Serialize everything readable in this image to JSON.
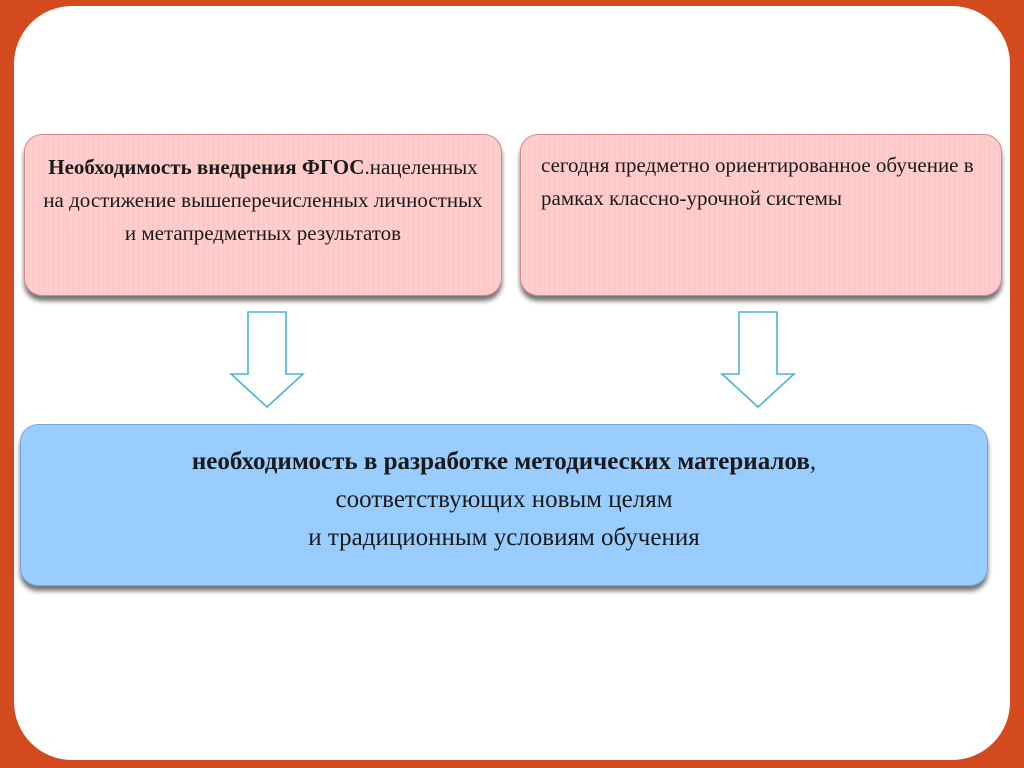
{
  "left_box": {
    "bold_text": "Необходимость внедрения ФГОС",
    "rest_text": ".нацеленных на достижение вышеперечисленных личностных и метапредметных результатов"
  },
  "right_box": {
    "text": "сегодня предметно ориентированное обучение в рамках классно-урочной системы"
  },
  "bottom_box": {
    "bold_text": "необходимость в разработке методических материалов",
    "comma": ",",
    "line2": "соответствующих новым целям",
    "line3": "и традиционным условиям обучения"
  },
  "arrows": {
    "left_icon": "down-arrow-outline",
    "right_icon": "down-arrow-outline",
    "stroke_color": "#4bb3d8"
  },
  "colors": {
    "frame": "#d24a1e",
    "top_boxes": "#ffc9c9",
    "bottom_box": "#99ccff"
  }
}
